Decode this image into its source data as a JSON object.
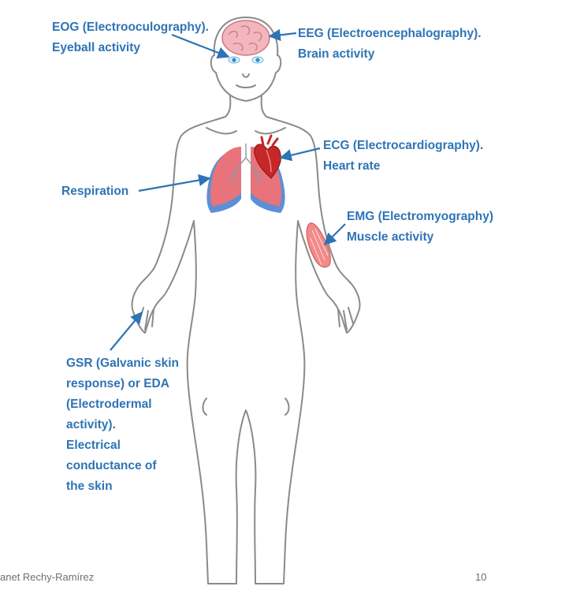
{
  "labels": {
    "eog": {
      "line1": "EOG (Electrooculography).",
      "line2": "Eyeball activity"
    },
    "eeg": {
      "line1": "EEG (Electroencephalography).",
      "line2": "Brain activity"
    },
    "ecg": {
      "line1": "ECG (Electrocardiography).",
      "line2": "Heart rate"
    },
    "respiration": {
      "line1": "Respiration"
    },
    "emg": {
      "line1": "EMG (Electromyography)",
      "line2": "Muscle activity"
    },
    "gsr": {
      "line1": "GSR (Galvanic skin",
      "line2": "response) or EDA",
      "line3": "(Electrodermal",
      "line4": "activity).",
      "line5": "Electrical",
      "line6": "conductance of",
      "line7": "the skin"
    }
  },
  "footer": {
    "author": "anet Rechy-Ramírez",
    "page_number": "10"
  },
  "colors": {
    "label_text": "#2e74b5",
    "arrow": "#2e74b5",
    "body_outline": "#8a8a8a",
    "lung": "#e8737a",
    "heart": "#c62828",
    "brain": "#f2b6bc"
  },
  "icons": [
    "brain-icon",
    "eyes-icon",
    "heart-icon",
    "lungs-icon",
    "forearm-muscle-icon",
    "human-body-outline"
  ]
}
